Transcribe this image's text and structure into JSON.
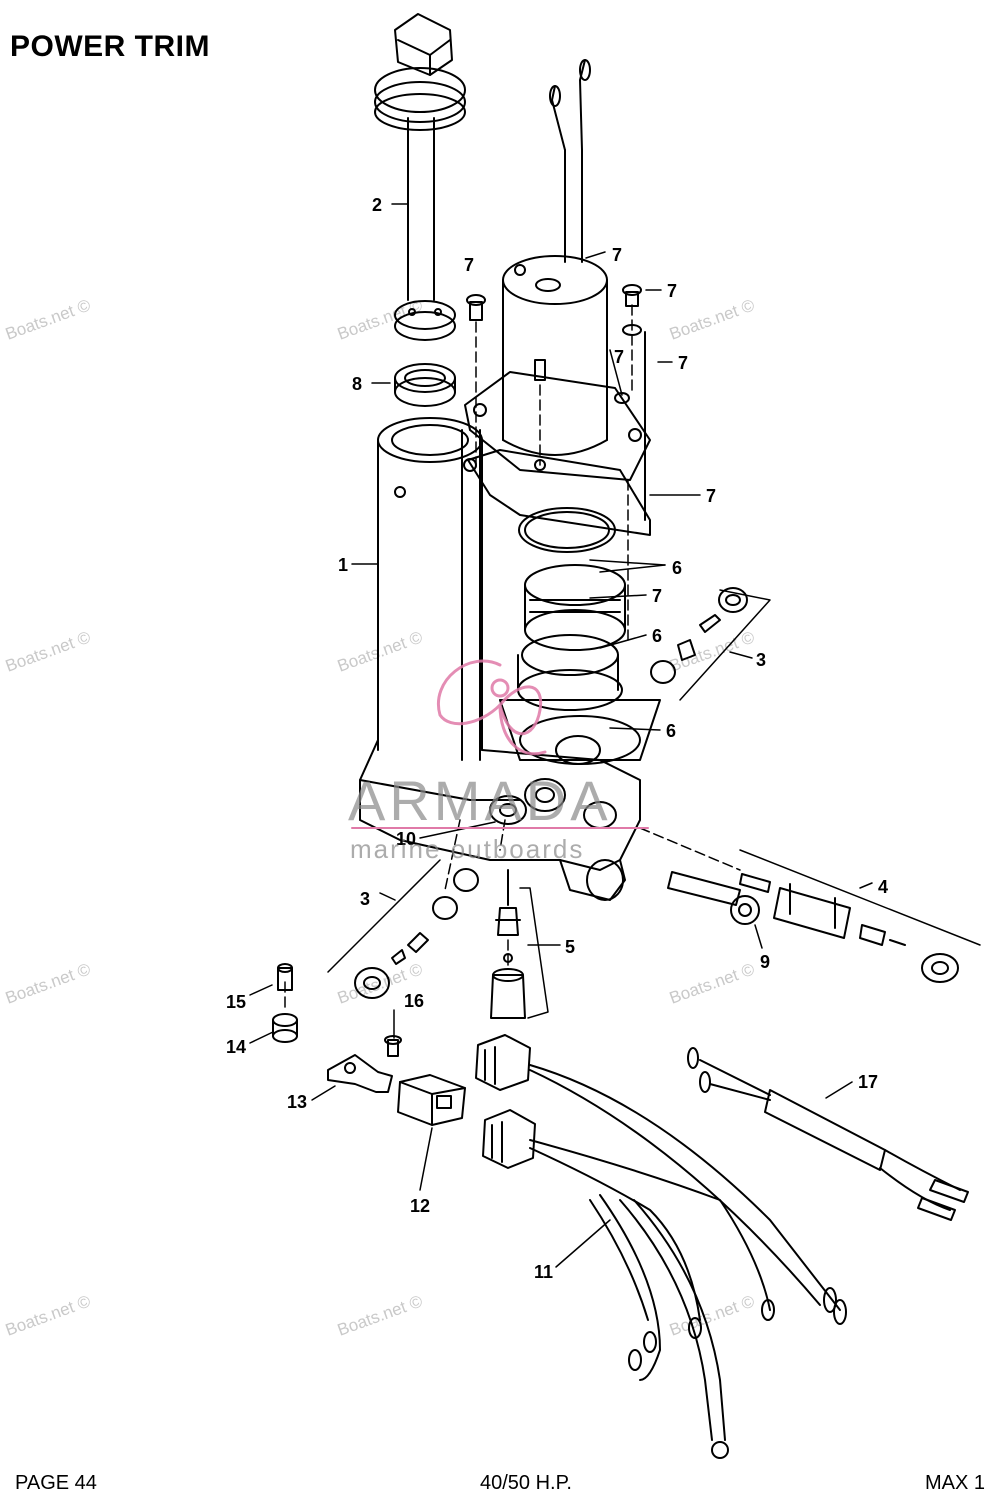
{
  "title": "POWER TRIM",
  "callouts": [
    "2",
    "7",
    "7",
    "7",
    "7",
    "7",
    "8",
    "1",
    "7",
    "6",
    "7",
    "6",
    "3",
    "6",
    "10",
    "4",
    "3",
    "9",
    "5",
    "15",
    "16",
    "14",
    "13",
    "12",
    "17",
    "11"
  ],
  "watermark": {
    "text": "Boats.net ©",
    "brand_main": "ARMADA",
    "brand_sub": "marine outboards",
    "brand_color": "#e07aa8"
  },
  "footer": {
    "left": "PAGE 44",
    "center": "40/50 H.P.",
    "right": "MAX 1"
  }
}
